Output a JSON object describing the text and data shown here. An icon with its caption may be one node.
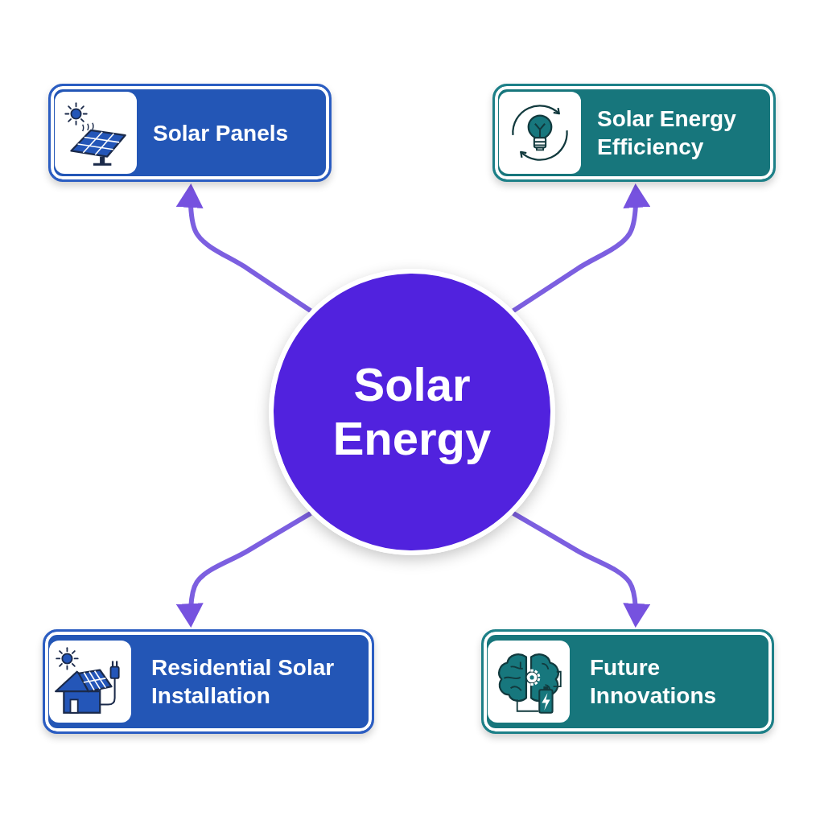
{
  "diagram": {
    "nodes": [
      {
        "text": [
          "Solar Panels"
        ]
      },
      {
        "text": [
          "Solar Energy Efficiency"
        ]
      },
      {
        "text": [
          "Solar Energy"
        ]
      },
      {
        "text": [
          "Residential Solar Installation"
        ]
      },
      {
        "text": [
          "Future Innovations"
        ]
      }
    ],
    "edges": [
      {
        "from": 2,
        "to": 0,
        "arrow": "to"
      },
      {
        "from": 2,
        "to": 1,
        "arrow": "to"
      },
      {
        "from": 2,
        "to": 3,
        "arrow": "to"
      },
      {
        "from": 2,
        "to": 4,
        "arrow": "to"
      }
    ]
  }
}
